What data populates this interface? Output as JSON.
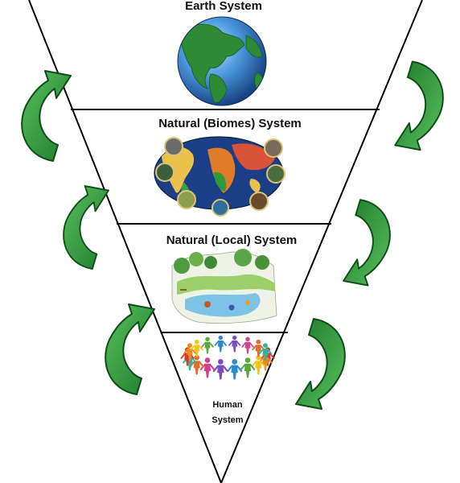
{
  "levels": [
    {
      "label": "Earth System",
      "picture": "globe"
    },
    {
      "label": "Natural (Biomes) System",
      "picture": "world-biome-map"
    },
    {
      "label": "Natural (Local) System",
      "picture": "local-ecosystem-illustration"
    },
    {
      "label": "Human System",
      "label_lines": [
        "Human",
        "System"
      ],
      "picture": "people-holding-hands-circle"
    }
  ],
  "arrows": {
    "left_side": {
      "direction": "upward",
      "count": 3
    },
    "right_side": {
      "direction": "downward",
      "count": 3
    }
  },
  "colors": {
    "arrow_fill": "#2e9a3b",
    "arrow_stroke": "#0e4d18",
    "outline": "#000000",
    "ocean": "#3f8fd8",
    "land": "#2f8a36"
  }
}
